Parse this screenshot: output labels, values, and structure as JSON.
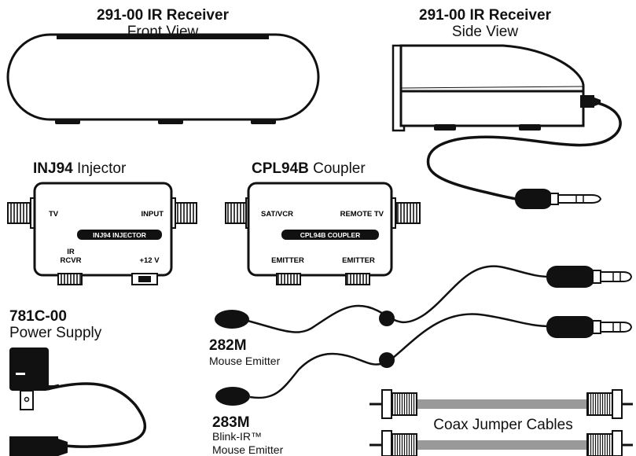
{
  "receiver_front": {
    "model": "291-00 IR Receiver",
    "view": "Front View"
  },
  "receiver_side": {
    "model": "291-00 IR Receiver",
    "view": "Side View"
  },
  "injector": {
    "model": "INJ94",
    "type": "Injector",
    "port_tv": "TV",
    "port_input": "INPUT",
    "badge": "INJ94 INJECTOR",
    "port_ir_line1": "IR",
    "port_ir_line2": "RCVR",
    "port_power": "+12 V"
  },
  "coupler": {
    "model": "CPL94B",
    "type": "Coupler",
    "port_sat": "SAT/VCR",
    "port_remote": "REMOTE TV",
    "badge": "CPL94B COUPLER",
    "port_emitter_left": "EMITTER",
    "port_emitter_right": "EMITTER"
  },
  "power_supply": {
    "model": "781C-00",
    "name": "Power Supply"
  },
  "emitter_282": {
    "model": "282M",
    "name": "Mouse Emitter"
  },
  "emitter_283": {
    "model": "283M",
    "name_line1": "Blink-IR™",
    "name_line2": "Mouse Emitter"
  },
  "cables": {
    "label": "Coax Jumper Cables"
  }
}
